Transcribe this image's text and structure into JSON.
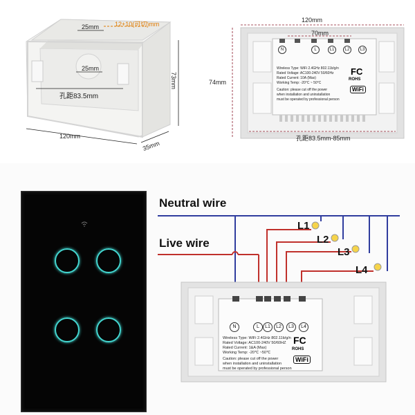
{
  "top_left": {
    "dim_25_top": "25mm",
    "dim_orange": "12+10(可切)mm",
    "dim_25_inner": "25mm",
    "dim_hole": "孔距83.5mm",
    "dim_73": "73mm",
    "dim_120": "120mm",
    "dim_35": "35mm"
  },
  "top_right": {
    "dim_120": "120mm",
    "dim_70": "70mm",
    "dim_74": "74mm",
    "dim_hole": "孔距83.5mm-85mm",
    "terminals": [
      "N",
      "L",
      "L1",
      "L2",
      "L3"
    ],
    "spec_lines": [
      "Wireless Type: WiFi 2.4GHz 802.11b/g/n",
      "Rated Voltage: AC100-240V 50/60Hz",
      "Rated Current: 10A (Max)",
      "Working Temp: -20°C ~ 50°C",
      "Caution: please cut off the power",
      "when installation and uninstallation",
      "must be operated by professional person"
    ],
    "fc": "FC",
    "rohs": "ROHS",
    "wifi": "WiFi"
  },
  "bottom": {
    "neutral_label": "Neutral wire",
    "live_label": "Live wire",
    "lamps": [
      "L1",
      "L2",
      "L3",
      "L4"
    ],
    "terminals": [
      "N",
      "L",
      "L1",
      "L2",
      "L3",
      "L4"
    ],
    "spec_lines": [
      "Wireless Type: WiFi 2.4GHz 802.11b/g/n",
      "Rated Voltage: AC100-240V 50/60HZ",
      "Rated Current: 1&A (Max)",
      "Working Temp: -20℃ ~50℃",
      "Caution: please cut off the power",
      "when installation and uninstallation",
      "must be operated by professional person"
    ],
    "fc": "FC",
    "rohs": "ROHS",
    "wifi": "WiFi"
  },
  "colors": {
    "neutral_wire": "#2f3c9e",
    "live_wire": "#c0302b",
    "touch_ring": "#43d6d0",
    "panel_black": "#050505",
    "dimension_orange": "#e07a00"
  }
}
